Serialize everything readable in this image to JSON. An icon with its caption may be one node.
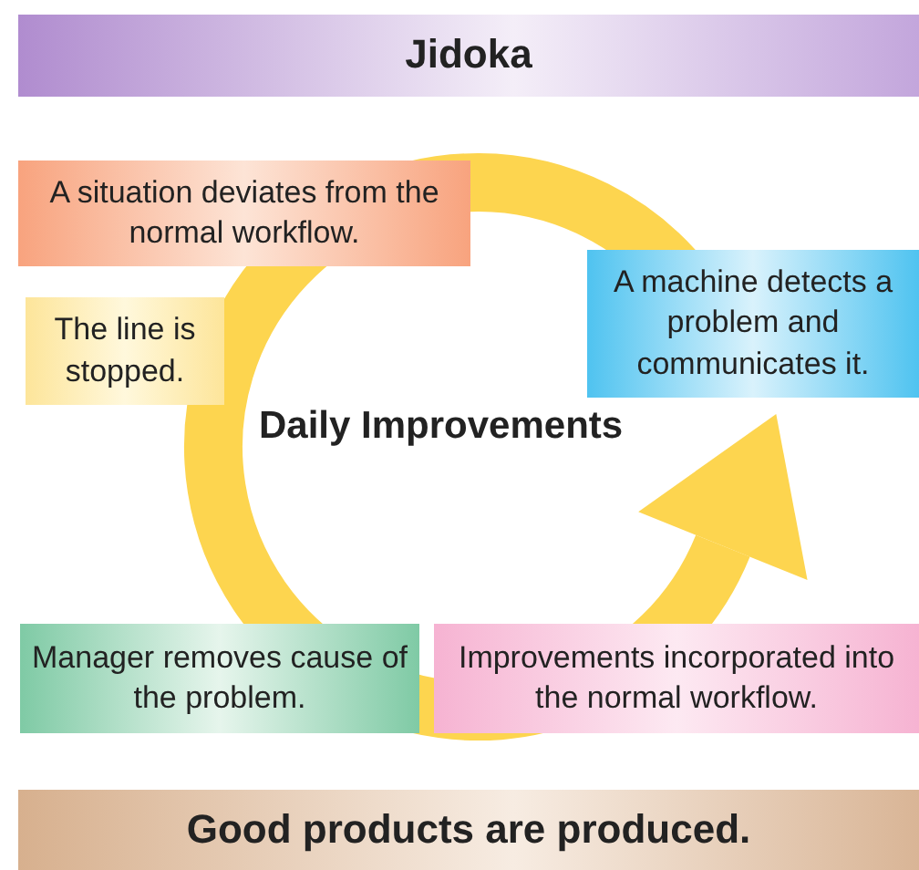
{
  "diagram": {
    "title": "Jidoka",
    "nodes": [
      {
        "text": [
          "A situation deviates from the normal workflow."
        ]
      },
      {
        "text": [
          "The line is stopped."
        ]
      },
      {
        "text": [
          "A machine detects a problem and communicates it."
        ]
      },
      {
        "text": [
          "Manager removes cause of the problem."
        ]
      },
      {
        "text": [
          "Improvements incorporated into the normal workflow."
        ]
      },
      {
        "text": [
          "Good products are produced."
        ]
      }
    ],
    "labels": [
      "Daily Improvements"
    ]
  }
}
